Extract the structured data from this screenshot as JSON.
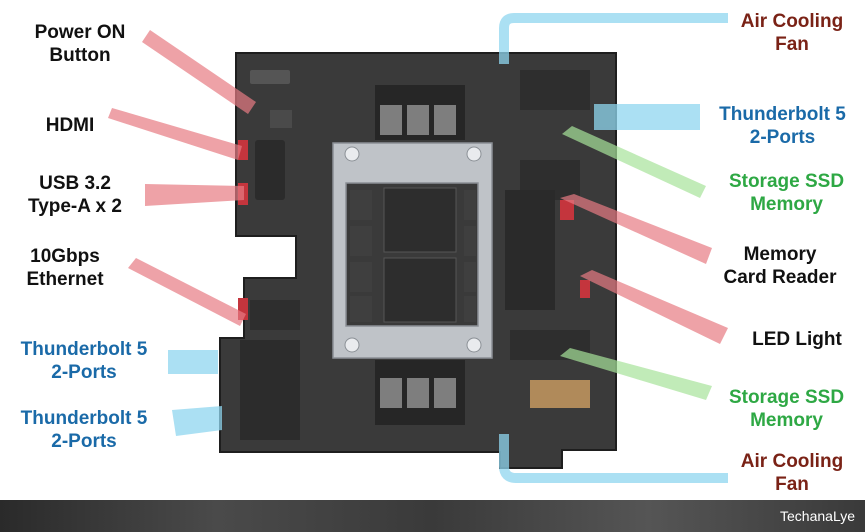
{
  "labels": {
    "power_on": "Power ON\nButton",
    "hdmi": "HDMI",
    "usb": "USB 3.2\nType-A x 2",
    "ethernet": "10Gbps\nEthernet",
    "tb_left_1": "Thunderbolt 5\n2-Ports",
    "tb_left_2": "Thunderbolt 5\n2-Ports",
    "fan_top": "Air Cooling\nFan",
    "tb_right": "Thunderbolt 5\n2-Ports",
    "ssd_top": "Storage SSD\nMemory",
    "card_reader": "Memory\nCard Reader",
    "led": "LED Light",
    "ssd_bottom": "Storage SSD\nMemory",
    "fan_bottom": "Air Cooling\nFan"
  },
  "footer": {
    "brand": "TechanaLye"
  },
  "colors": {
    "black_label": "#111111",
    "blue_label": "#1a6aa8",
    "green_label": "#2ea844",
    "brown_label": "#7a2216",
    "red_pointer": "#e77b83",
    "blue_pointer": "#8fd6ef",
    "green_pointer": "#a6e39a",
    "board": "#3a3a3a",
    "heatsink": "#bfc3c8"
  }
}
